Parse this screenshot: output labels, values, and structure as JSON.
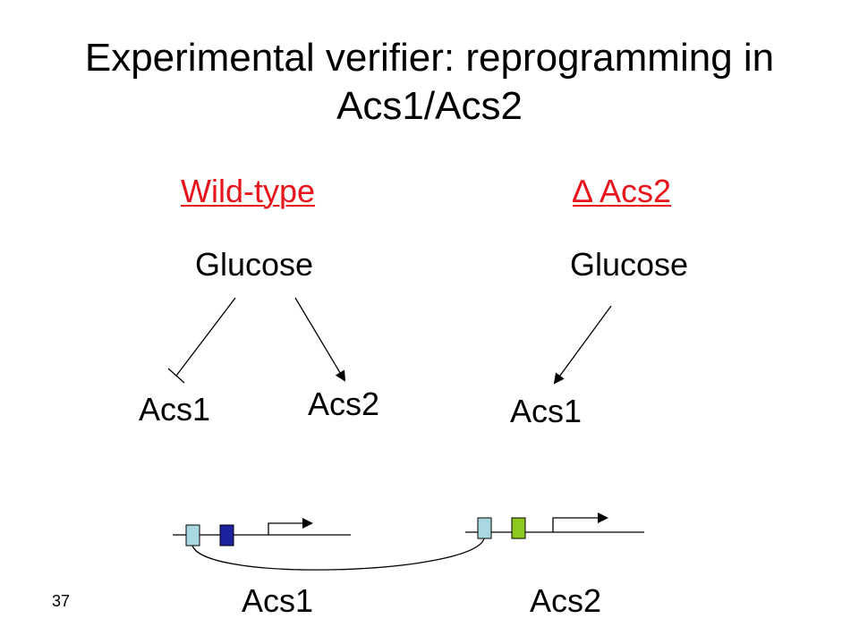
{
  "slide": {
    "title_line1": "Experimental verifier: reprogramming in",
    "title_line2": "Acs1/Acs2",
    "page_number": "37"
  },
  "wildtype": {
    "heading": "Wild-type",
    "source": "Glucose",
    "target_repressed": "Acs1",
    "target_activated": "Acs2"
  },
  "mutant": {
    "heading": "∆ Acs2",
    "source": "Glucose",
    "target": "Acs1"
  },
  "loci": {
    "left_gene": "Acs1",
    "right_gene": "Acs2"
  },
  "colors": {
    "heading": "#e8141b",
    "promoter_box": "#a9d8e3",
    "acs1_box": "#1c22a0",
    "acs2_box": "#8cc81e"
  }
}
